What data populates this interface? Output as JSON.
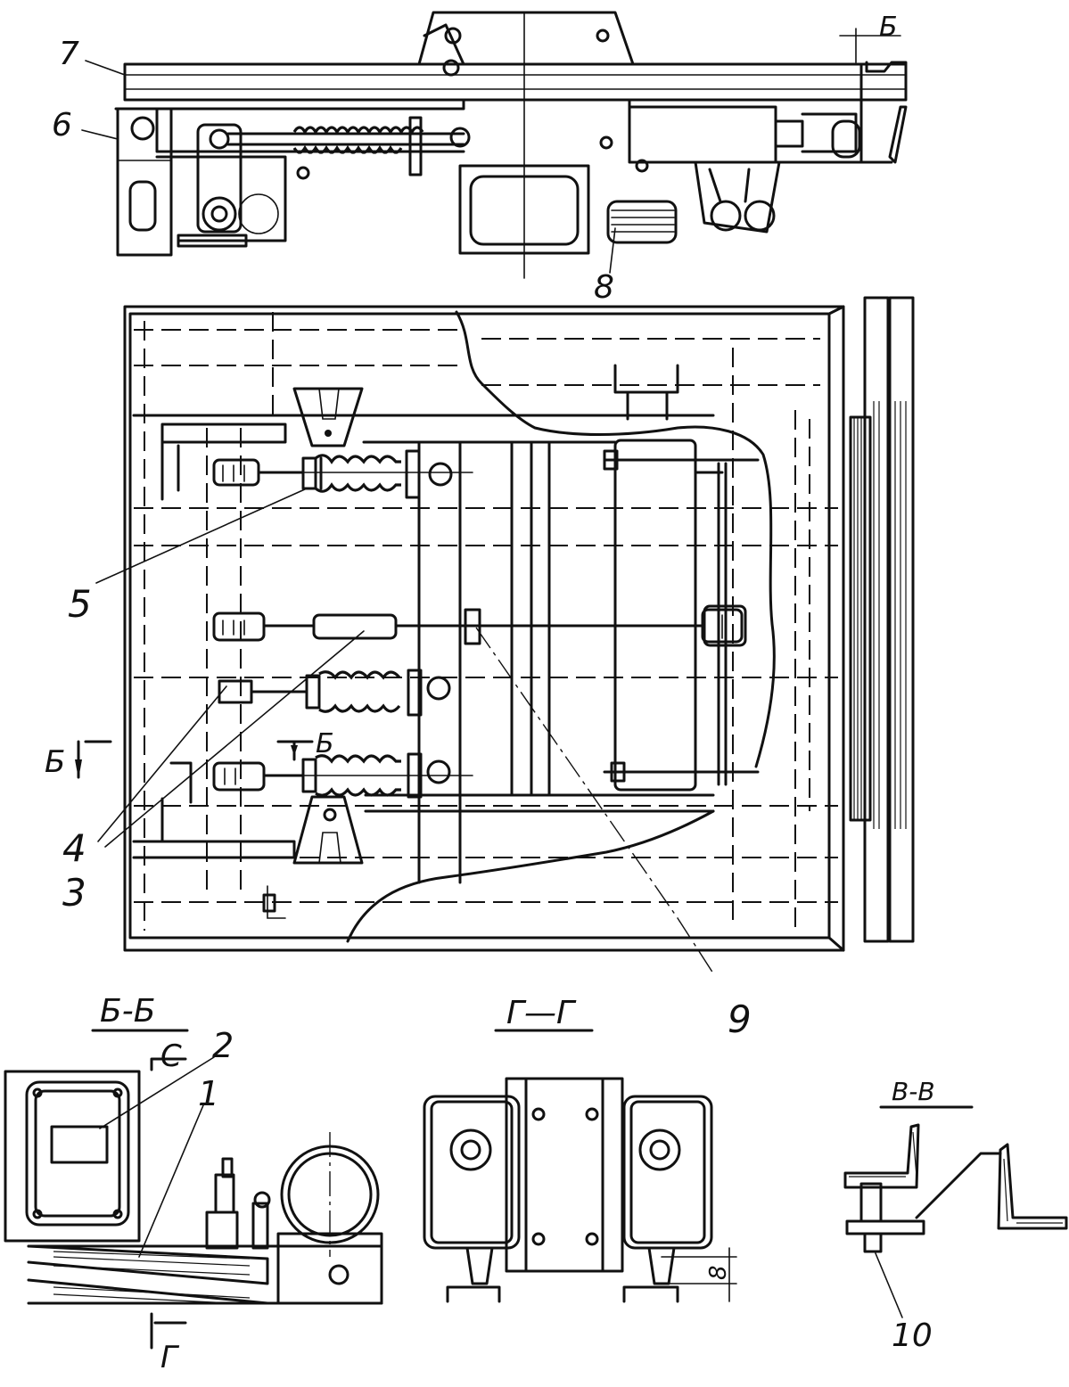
{
  "diagram": {
    "colors": {
      "ink": "#111111",
      "paper": "#ffffff"
    },
    "callouts": [
      {
        "id": "c7",
        "text": "7"
      },
      {
        "id": "c6",
        "text": "6"
      },
      {
        "id": "c8",
        "text": "8"
      },
      {
        "id": "c5",
        "text": "5"
      },
      {
        "id": "c4",
        "text": "4"
      },
      {
        "id": "c3",
        "text": "3"
      },
      {
        "id": "c9",
        "text": "9"
      },
      {
        "id": "c2",
        "text": "2"
      },
      {
        "id": "c1",
        "text": "1"
      },
      {
        "id": "c10",
        "text": "10"
      }
    ],
    "section_marks": {
      "top_right": "Б",
      "left_b": "Б",
      "inner_b": "Б",
      "bb_c": "С",
      "bb_g": "Г",
      "dim_8": "8"
    },
    "section_titles": {
      "bb": "Б-Б",
      "gg": "Г—Г",
      "vv": "В-В"
    }
  }
}
